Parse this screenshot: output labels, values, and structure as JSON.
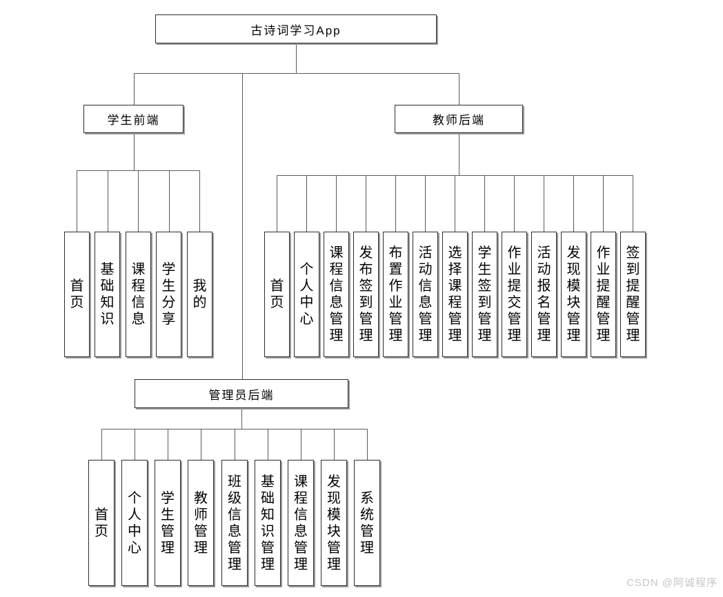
{
  "root": {
    "label": "古诗词学习App"
  },
  "branches": [
    {
      "label": "学生前端",
      "children": [
        "首页",
        "基础知识",
        "课程信息",
        "学生分享",
        "我的"
      ]
    },
    {
      "label": "教师后端",
      "children": [
        "首页",
        "个人中心",
        "课程信息管理",
        "发布签到管理",
        "布置作业管理",
        "活动信息管理",
        "选择课程管理",
        "学生签到管理",
        "作业提交管理",
        "活动报名管理",
        "发现模块管理",
        "作业提醒管理",
        "签到提醒管理"
      ]
    },
    {
      "label": "管理员后端",
      "children": [
        "首页",
        "个人中心",
        "学生管理",
        "教师管理",
        "班级信息管理",
        "基础知识管理",
        "课程信息管理",
        "发现模块管理",
        "系统管理"
      ]
    }
  ],
  "watermark": "CSDN @阿诚程序",
  "colors": {
    "background": "#ffffff",
    "line": "#595959",
    "box_border": "#2b2b2b",
    "box_shadow": "#9a9a9a",
    "text": "#000000",
    "watermark": "#c6c6c6"
  }
}
